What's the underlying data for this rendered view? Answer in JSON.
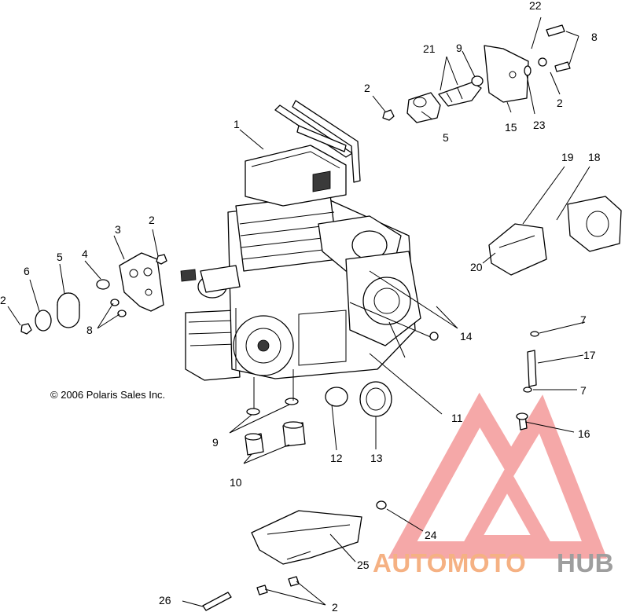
{
  "copyright": "© 2006 Polaris Sales Inc.",
  "watermark": {
    "text_a": "AUTOMOTO",
    "text_b": "HUB",
    "color_a": "#f5b183",
    "color_b": "#9e9e9e",
    "logo_color": "#f28b8b"
  },
  "callouts": [
    "1",
    "2",
    "3",
    "4",
    "5",
    "6",
    "7",
    "8",
    "9",
    "10",
    "11",
    "12",
    "13",
    "14",
    "15",
    "16",
    "17",
    "18",
    "19",
    "20",
    "21",
    "22",
    "23",
    "24",
    "25",
    "26"
  ]
}
